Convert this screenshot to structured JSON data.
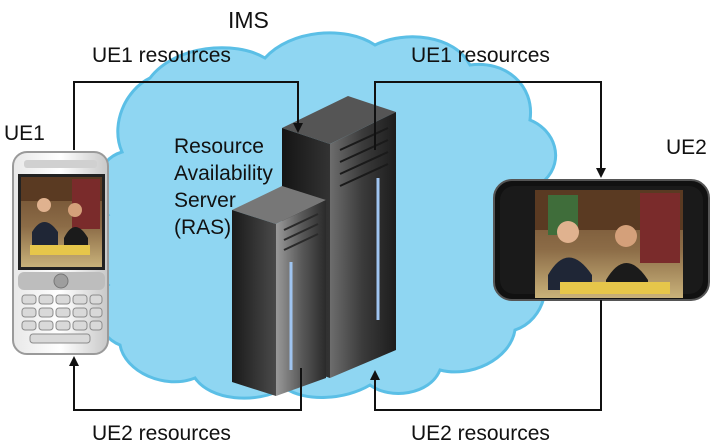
{
  "cloud_label": "IMS",
  "server": {
    "lines": [
      "Resource",
      "Availability",
      "Server",
      "(RAS)"
    ]
  },
  "devices": {
    "ue1": {
      "label": "UE1"
    },
    "ue2": {
      "label": "UE2"
    }
  },
  "flows": {
    "top_left": "UE1 resources",
    "top_right": "UE1 resources",
    "bottom_left": "UE2 resources",
    "bottom_right": "UE2 resources"
  },
  "colors": {
    "cloud_fill": "#8fd6f2",
    "cloud_outline": "#5bbfe6",
    "server_dark": "#2b2b2b",
    "server_light": "#8a8a8a",
    "server_led": "#9fc4f0",
    "arrow": "#111111"
  }
}
